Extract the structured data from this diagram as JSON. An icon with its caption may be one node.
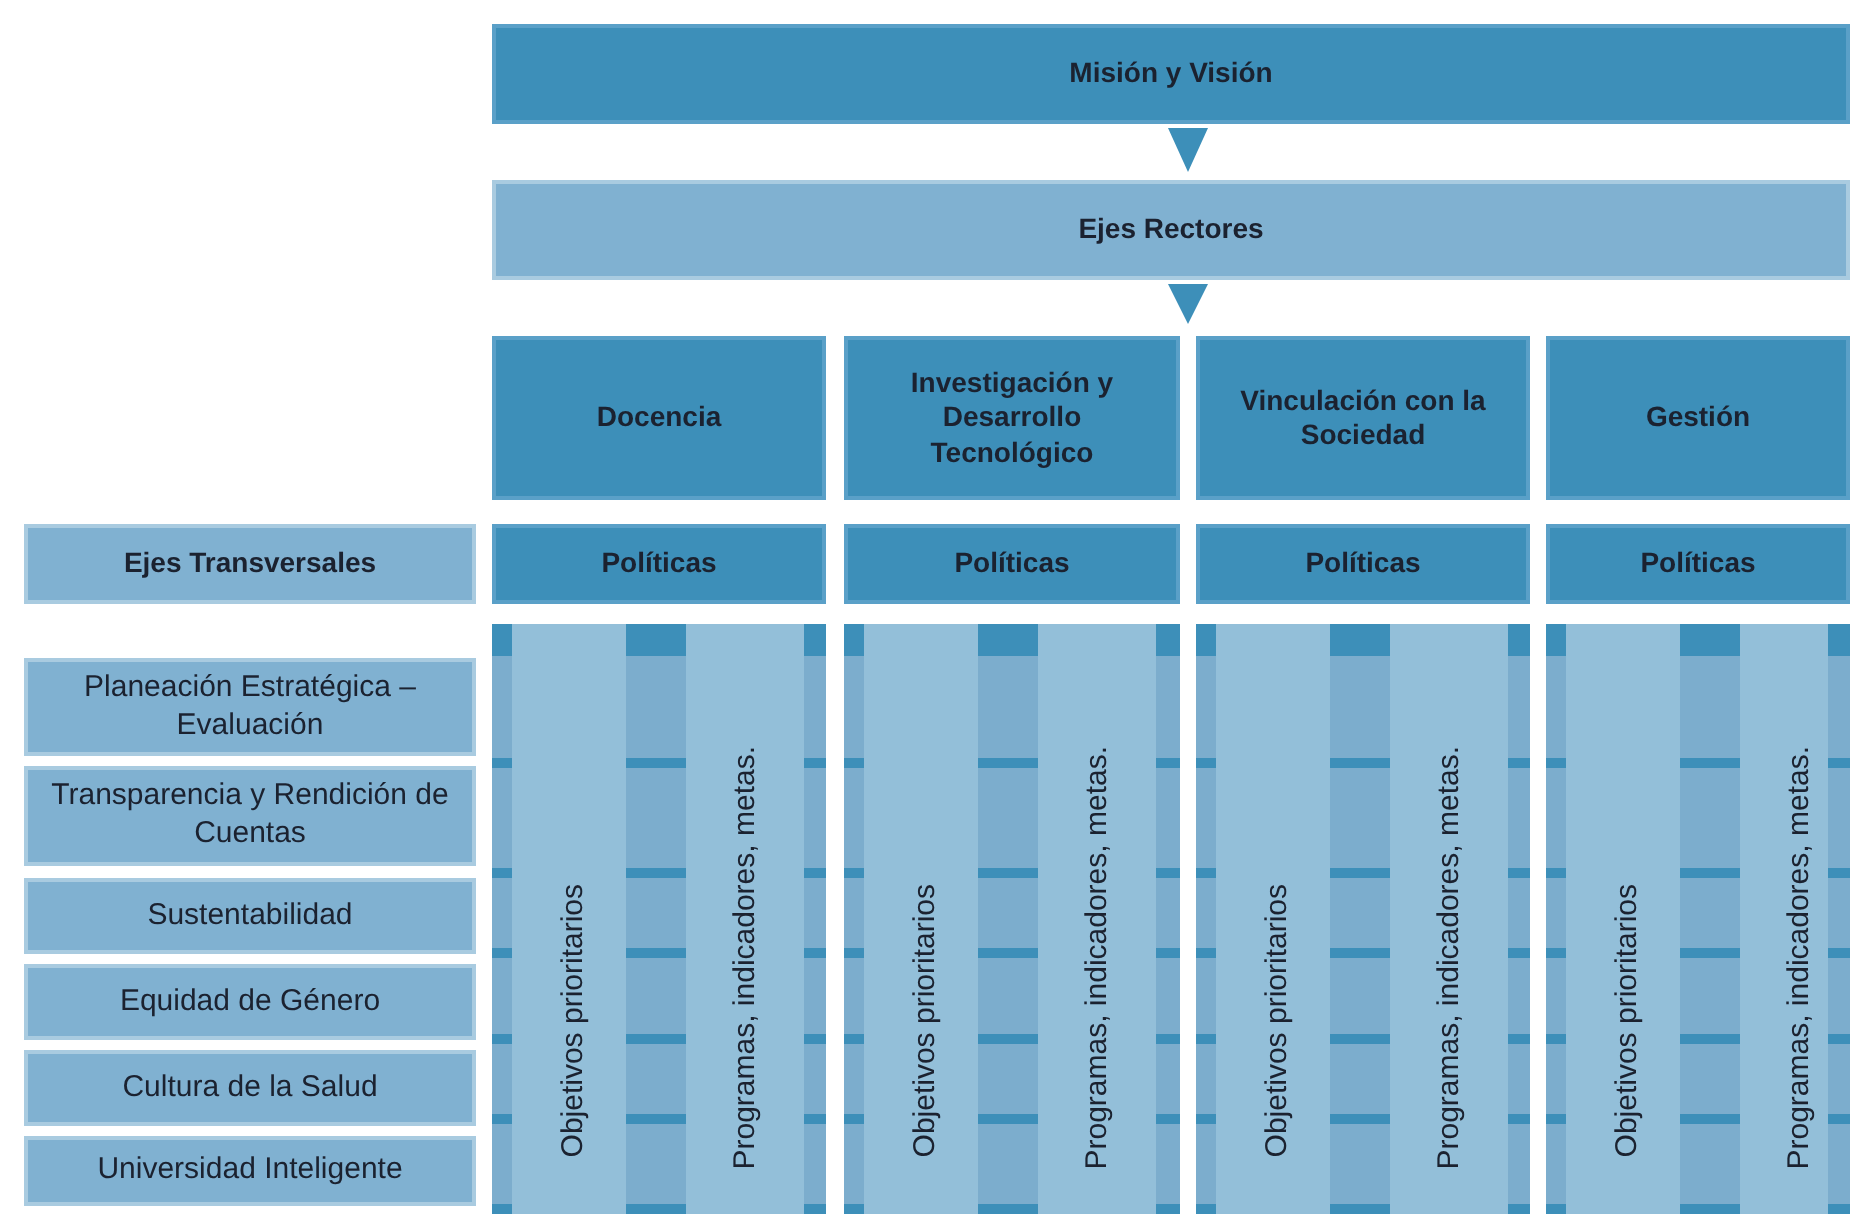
{
  "diagram": {
    "nodes": [
      {
        "text": [
          "Misión y Visión"
        ]
      },
      {
        "text": [
          "Ejes Rectores"
        ]
      },
      {
        "text": [
          "Docencia"
        ]
      },
      {
        "text": [
          "Investigación y Desarrollo Tecnológico"
        ]
      },
      {
        "text": [
          "Vinculación con la Sociedad"
        ]
      },
      {
        "text": [
          "Gestión"
        ]
      },
      {
        "text": [
          "Ejes Transversales"
        ]
      },
      {
        "text": [
          "Políticas"
        ]
      },
      {
        "text": [
          "Políticas"
        ]
      },
      {
        "text": [
          "Políticas"
        ]
      },
      {
        "text": [
          "Políticas"
        ]
      },
      {
        "text": [
          "Objetivos prioritarios",
          "Programas, indicadores, metas."
        ]
      },
      {
        "text": [
          "Objetivos prioritarios",
          "Programas, indicadores, metas."
        ]
      },
      {
        "text": [
          "Objetivos prioritarios",
          "Programas, indicadores, metas."
        ]
      },
      {
        "text": [
          "Objetivos prioritarios",
          "Programas, indicadores, metas."
        ]
      },
      {
        "text": [
          "Planeación Estratégica – Evaluación"
        ]
      },
      {
        "text": [
          "Transparencia y Rendición de Cuentas"
        ]
      },
      {
        "text": [
          "Sustentabilidad"
        ]
      },
      {
        "text": [
          "Equidad de Género"
        ]
      },
      {
        "text": [
          "Cultura de la Salud"
        ]
      },
      {
        "text": [
          "Universidad Inteligente"
        ]
      }
    ],
    "edges": [
      {
        "from": 0,
        "to": 1,
        "arrow": "to"
      },
      {
        "from": 1,
        "to": null,
        "arrow": "to"
      }
    ]
  }
}
